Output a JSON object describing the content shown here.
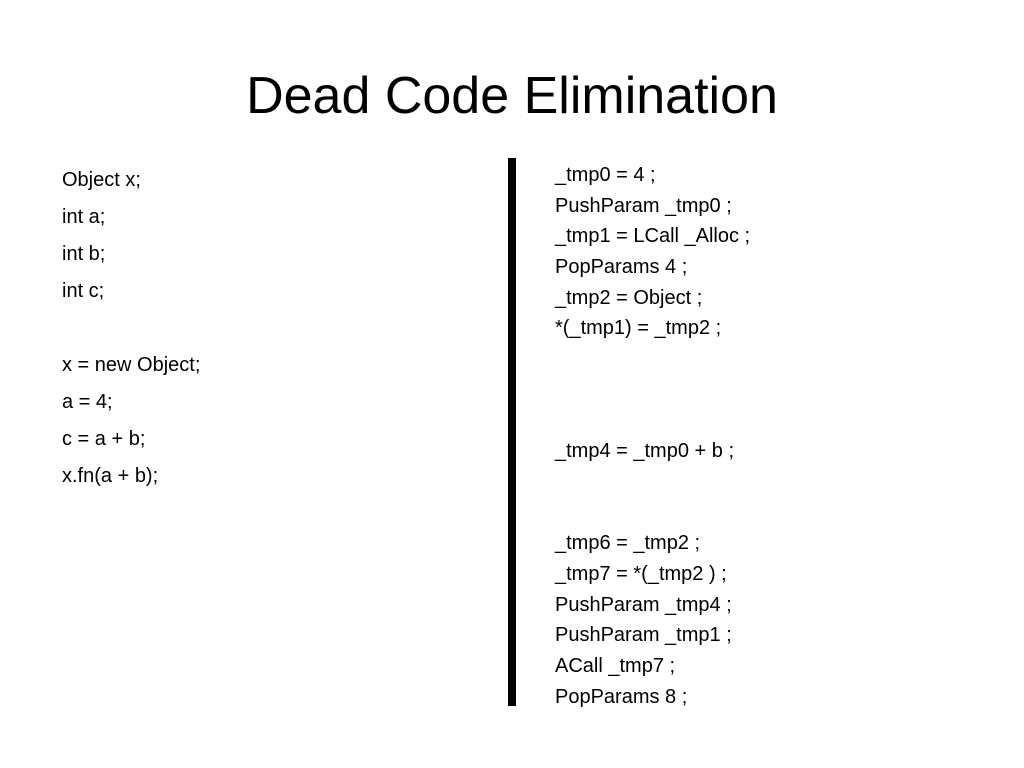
{
  "title": "Dead Code Elimination",
  "left_code": [
    "Object x;",
    "int a;",
    "int b;",
    "int c;",
    "",
    "x = new Object;",
    "a = 4;",
    "c = a + b;",
    "x.fn(a + b);"
  ],
  "right_code": [
    "_tmp0 = 4 ;",
    "PushParam _tmp0 ;",
    "_tmp1 = LCall _Alloc ;",
    "PopParams 4 ;",
    "_tmp2 = Object ;",
    "*(_tmp1) = _tmp2 ;",
    "",
    "",
    "",
    "_tmp4 = _tmp0 + b ;",
    "",
    "",
    "_tmp6 = _tmp2 ;",
    "_tmp7 = *(_tmp2 ) ;",
    "PushParam _tmp4 ;",
    "PushParam _tmp1 ;",
    "ACall _tmp7 ;",
    "PopParams 8 ;"
  ]
}
